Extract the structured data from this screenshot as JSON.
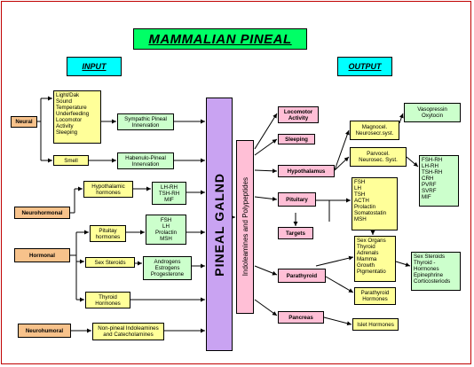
{
  "title": "MAMMALIAN PINEAL",
  "input_header": "INPUT",
  "output_header": "OUTPUT",
  "center": {
    "pineal": "PINEAL GALND",
    "indoleamines": "Indoleamines and Polypeptides"
  },
  "inputs": {
    "neural": "Neural",
    "neurohormonal": "Neurohormonal",
    "hormonal": "Hormonal",
    "neurohumoral": "Neurohumoral"
  },
  "input_details": {
    "senses": [
      "Light/Dak",
      "Sound",
      "Temperature",
      "Underfeeding",
      "Locomotor",
      "Activity",
      "Sleeping"
    ],
    "smell": "Smell",
    "hypothalamic": [
      "Hypothalamic",
      "hormones"
    ],
    "pituitary_hormones": [
      "Pituitay",
      "hormones"
    ],
    "sex_steroids": "Sex Steroids",
    "thyroid_hormones": [
      "Thyroid",
      "Hormones"
    ],
    "non_pineal": [
      "Non-pineal Indoleamines",
      "and Catecholamines"
    ]
  },
  "innervation": {
    "sympathetic": [
      "Sympathic Pineal",
      "Innervation"
    ],
    "habenulo": [
      "Habenulo-Pineal",
      "Innervation"
    ],
    "lh_rh": [
      "LH-RH",
      "TSH-RH",
      "MIF"
    ],
    "fsh": [
      "FSH",
      "LH",
      "Prolactin",
      "MSH"
    ],
    "androgens": [
      "Androgens",
      "Estrogens",
      "Progesterone"
    ]
  },
  "outputs": {
    "locomotor": [
      "Locomotor",
      "Activity"
    ],
    "sleeping": "Sleeping",
    "hypothalamus": "Hypothalamus",
    "pituitary": "Pituitary",
    "targets": "Targets",
    "parathyroid": "Parathyroid",
    "pancreas": "Pancreas"
  },
  "output_details": {
    "magnocel": [
      "Magnocel.",
      "Neurosecr.syst."
    ],
    "parvocel": [
      "Parvocel.",
      "Neurosec. Syst."
    ],
    "vasopressin": [
      "Vasopressin",
      "Oxytocin"
    ],
    "releasing": [
      "FSH-RH",
      "LH-RH",
      "TSH-RH",
      "CRH",
      "PVRF",
      "SVRF",
      "MIF"
    ],
    "pituitary_hormones": [
      "FSH",
      "LH",
      "TSH",
      "ACTH",
      "Prolactin",
      "Somatostatin",
      "MSH"
    ],
    "sex_organs": [
      "Sex Organs",
      "Thyroid",
      "Adrenals",
      "Mamma",
      "Growth",
      "Pigmentatio"
    ],
    "target_hormones": [
      "Sex Steroids",
      "Thyroid -",
      "Hormones",
      "Epinephrine",
      "Corticosteriods"
    ],
    "parathyroid_hormones": [
      "Parathyroid",
      "Hormones"
    ],
    "islet": "Islet Hormones"
  }
}
